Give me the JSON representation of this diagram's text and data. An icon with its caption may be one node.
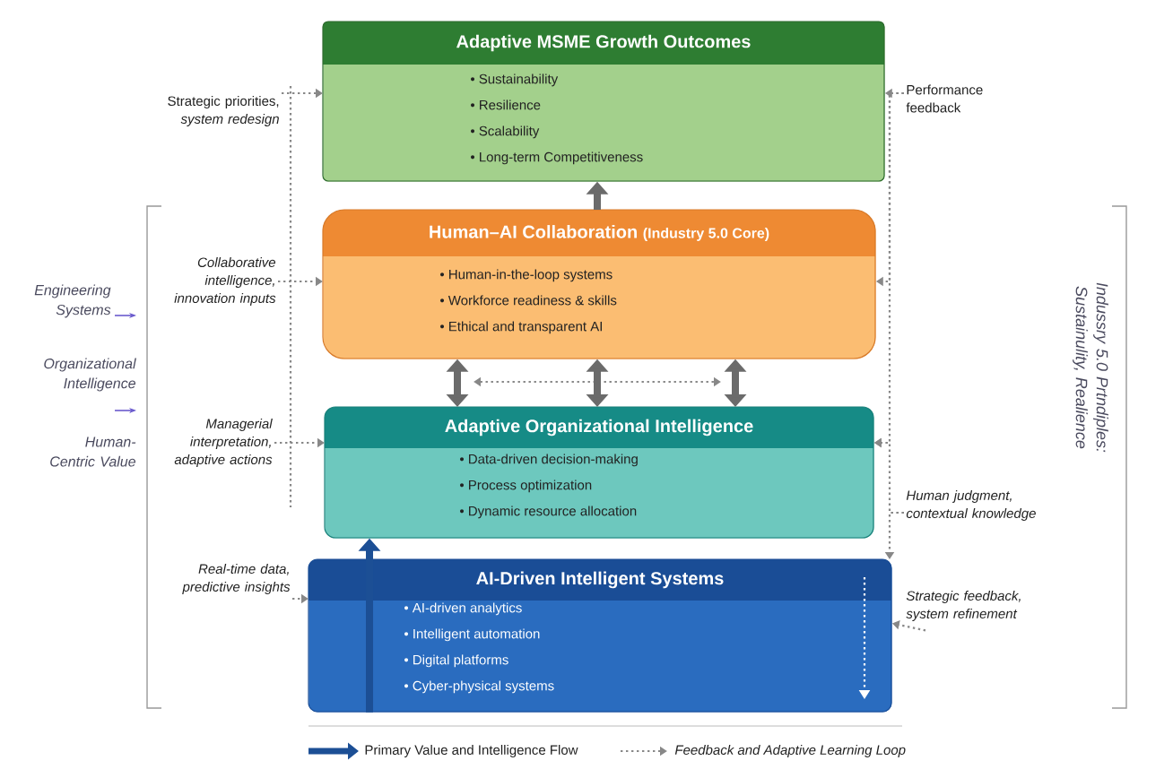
{
  "diagram": {
    "nodes": [
      {
        "text": [
          "Adaptive MSME Growth Outcomes",
          "• Sustainability",
          "• Resilience",
          "• Scalability",
          "• Long-term Competitiveness"
        ]
      },
      {
        "text": [
          "Human–AI Collaboration",
          "(Industry 5.0 Core)",
          "• Human-in-the-loop systems",
          "• Workforce readiness & skills",
          "• Ethical and transparent AI"
        ]
      },
      {
        "text": [
          "Adaptive Organizational Intelligence",
          "• Data-driven decision-making",
          "• Process optimization",
          "• Dynamic resource allocation"
        ]
      },
      {
        "text": [
          "AI-Driven Intelligent Systems",
          "• AI-driven analytics",
          "• Intelligent automation",
          "• Digital platforms",
          "• Cyber-physical systems"
        ]
      },
      {
        "text": [
          "Strategic priorities, *system redesign*"
        ]
      },
      {
        "text": [
          "Collaborative intelligence, innovation inputs"
        ]
      },
      {
        "text": [
          "Managerial interpretation, adaptive actions"
        ]
      },
      {
        "text": [
          "Real-time data, predictive insights"
        ]
      },
      {
        "text": [
          "Performance feedback"
        ]
      },
      {
        "text": [
          "Human judgment, contextual knowledge"
        ]
      },
      {
        "text": [
          "Strategic feedback, system refinement"
        ]
      }
    ],
    "edges": [
      {
        "from": 1,
        "to": 0,
        "arrow": "to",
        "style": "thick"
      },
      {
        "from": 2,
        "to": 1,
        "arrow": "both",
        "style": "thick"
      },
      {
        "from": 2,
        "to": 1,
        "arrow": "both",
        "style": "thick"
      },
      {
        "from": 2,
        "to": 1,
        "arrow": "both",
        "style": "thick"
      },
      {
        "from": 3,
        "to": 2,
        "arrow": "to",
        "style": "thick",
        "color": "#1c4f95"
      },
      {
        "from": 4,
        "to": 0,
        "arrow": "to",
        "style": "dashed"
      },
      {
        "from": 5,
        "to": 1,
        "arrow": "to",
        "style": "dashed"
      },
      {
        "from": 6,
        "to": 2,
        "arrow": "to",
        "style": "dashed"
      },
      {
        "from": 7,
        "to": 3,
        "arrow": "to",
        "style": "dashed"
      },
      {
        "from": 8,
        "to": 0,
        "arrow": "to",
        "style": "dashed"
      },
      {
        "from": 8,
        "to": 1,
        "arrow": "to",
        "style": "dashed"
      },
      {
        "from": 8,
        "to": 2,
        "arrow": "to",
        "style": "dashed"
      },
      {
        "from": 9,
        "to": 2,
        "arrow": "to",
        "style": "dashed"
      },
      {
        "from": 9,
        "to": 3,
        "arrow": "to",
        "style": "dashed"
      },
      {
        "from": 10,
        "to": 3,
        "arrow": "to",
        "style": "dashed"
      }
    ],
    "labels": [
      "Engineering Systems",
      "Organizational Intelligence",
      "Human-Centric Value",
      "Indussry 5.0 Prtndiples: Sustainulity, Realience"
    ],
    "legend": [
      {
        "text": "Primary Value and Intelligence Flow"
      },
      {
        "text": "Feedback and Adaptive Learning Loop"
      }
    ]
  }
}
